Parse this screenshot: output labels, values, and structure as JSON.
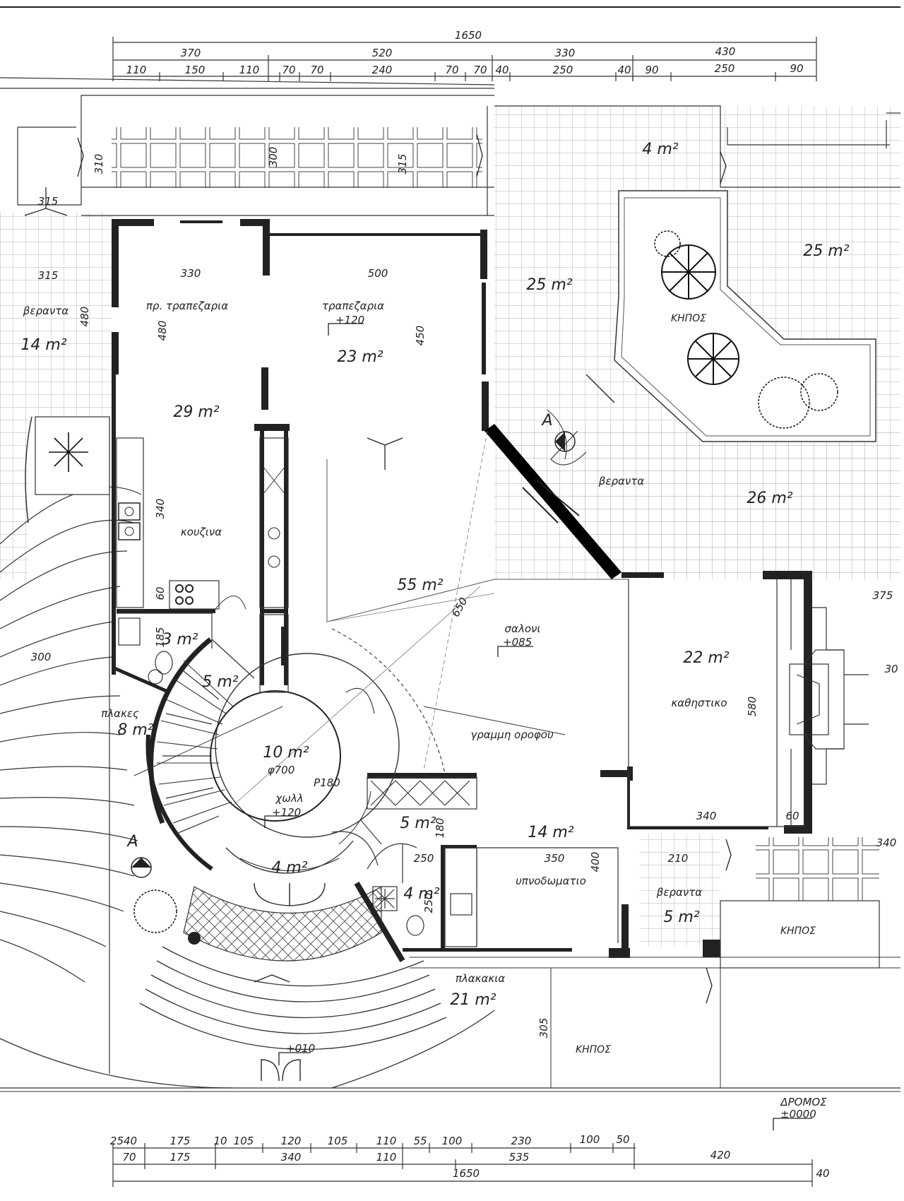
{
  "dimensions": {
    "top_total": "1650",
    "top_row2": [
      "370",
      "520",
      "330",
      "430"
    ],
    "top_row3": [
      "110",
      "150",
      "110",
      "70",
      "70",
      "240",
      "70",
      "70",
      "40",
      "250",
      "40",
      "90",
      "250",
      "90"
    ],
    "bottom_row1": [
      "2540",
      "175",
      "10",
      "105",
      "120",
      "105",
      "110",
      "55",
      "100",
      "230",
      "100",
      "50"
    ],
    "bottom_row2": [
      "70",
      "175",
      "340",
      "110",
      "535",
      "420"
    ],
    "bottom_total": "1650",
    "bottom_end": "40"
  },
  "inner_dims": {
    "d310": "310",
    "d300": "300",
    "d315a": "315",
    "d315b": "315",
    "d315c": "315",
    "d330": "330",
    "d500": "500",
    "d480": "480",
    "d480b": "480",
    "d450": "450",
    "d340": "340",
    "d60": "60",
    "d185": "185",
    "d300b": "300",
    "d650": "650",
    "d580": "580",
    "d340b": "340",
    "d60b": "60",
    "d350": "350",
    "d400": "400",
    "d250": "250",
    "d210": "210",
    "d250b": "250",
    "d180": "180",
    "d305": "305",
    "d375": "375",
    "d30": "30",
    "d340c": "340"
  },
  "rooms": {
    "pr_trapezaria": "πρ. τραπεζαρια",
    "trapezaria": "τραπεζαρια",
    "trapezaria_level": "+120",
    "area_23": "23 m²",
    "area_29": "29 m²",
    "kouzina": "κουζινα",
    "veranta_left": "βεραντα",
    "area_14_left": "14 m²",
    "area_25a": "25 m²",
    "area_25b": "25 m²",
    "area_4_top": "4 m²",
    "kipos_top": "ΚΗΠΟΣ",
    "veranta_right": "βεραντα",
    "area_26": "26 m²",
    "area_55": "55 m²",
    "saloni": "σαλονι",
    "saloni_level": "+085",
    "area_22": "22 m²",
    "kathistiko": "καθηστικο",
    "grammi": "γραμμη οροφου",
    "area_10": "10 m²",
    "phi700": "φ700",
    "r180": "P180",
    "xoll": "χωλλ",
    "xoll_level": "+120",
    "area_3": "3 m²",
    "area_5_stairs": "5 m²",
    "plakes": "πλακες",
    "area_8": "8 m²",
    "area_4_entry": "4 m²",
    "area_5_wc": "5 m²",
    "area_4_bath": "4 m²",
    "area_14_bed": "14 m²",
    "ypnodomatio": "υπνοδωματιο",
    "veranta_small": "βεραντα",
    "area_5_ver": "5 m²",
    "kipos_right": "ΚΗΠΟΣ",
    "plakakia": "πλακακια",
    "area_21": "21 m²",
    "kipos_bottom": "ΚΗΠΟΣ",
    "entry_level": "+010",
    "dromos": "ΔΡΟΜΟΣ",
    "dromos_level": "±0000",
    "label_A": "A",
    "label_A2": "A"
  }
}
